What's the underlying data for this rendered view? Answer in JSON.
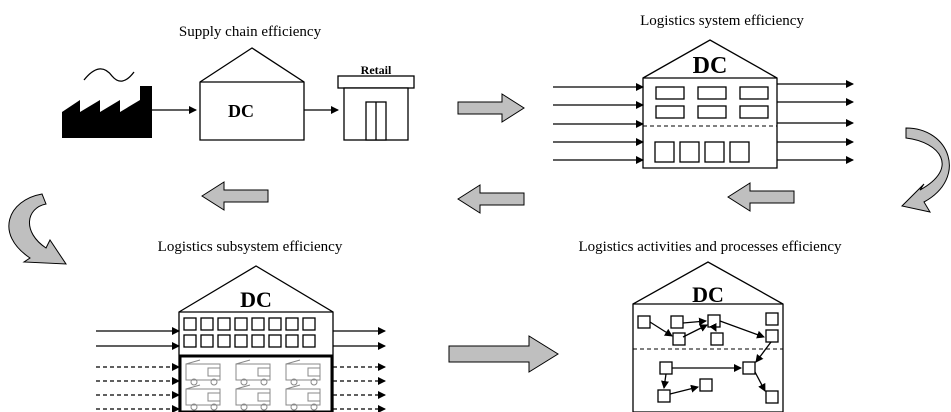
{
  "panels": {
    "supply_chain": {
      "title": "Supply chain efficiency",
      "dc_label": "DC",
      "retail_label": "Retail"
    },
    "logistics_system": {
      "title": "Logistics system efficiency",
      "dc_label": "DC"
    },
    "logistics_subsystem": {
      "title": "Logistics subsystem efficiency",
      "dc_label": "DC"
    },
    "activities_processes": {
      "title": "Logistics activities and processes efficiency",
      "dc_label": "DC"
    }
  },
  "colors": {
    "line": "#000000",
    "flow_arrow_fill": "#bfbfbf",
    "background": "#ffffff"
  },
  "icons": {
    "factory": "factory-icon",
    "warehouse": "warehouse-icon",
    "store": "store-icon",
    "forklift": "forklift-icon"
  }
}
